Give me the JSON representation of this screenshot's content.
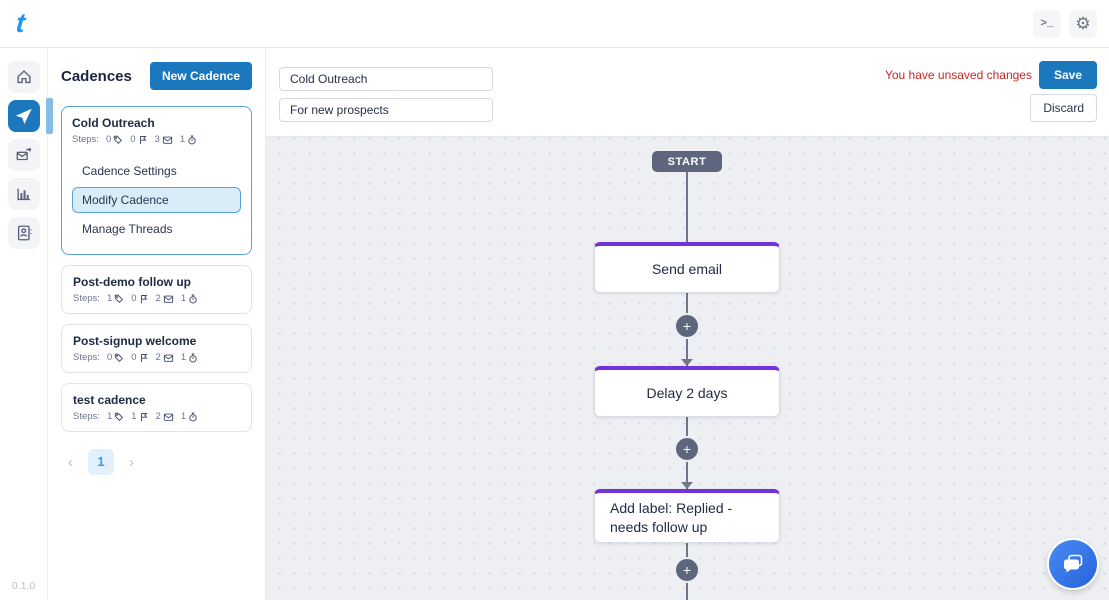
{
  "topbar": {
    "logo_text": "t",
    "terminal_button": ">_",
    "settings_icon": "⚙"
  },
  "rail": {
    "version": "0.1.0",
    "items": [
      "home",
      "cadences",
      "threads",
      "reports",
      "contacts"
    ],
    "active_item": "cadences"
  },
  "panel": {
    "title": "Cadences",
    "new_cadence_button": "New Cadence",
    "pagination": {
      "prev": "‹",
      "current": "1",
      "next": "›"
    },
    "cards": [
      {
        "title": "Cold Outreach",
        "steps_label": "Steps:",
        "steps": {
          "tags": "0",
          "branches": "0",
          "emails": "3",
          "delays": "1"
        },
        "menu": {
          "settings": "Cadence Settings",
          "modify": "Modify Cadence",
          "threads": "Manage Threads"
        }
      },
      {
        "title": "Post-demo follow up",
        "steps_label": "Steps:",
        "steps": {
          "tags": "1",
          "branches": "0",
          "emails": "2",
          "delays": "1"
        }
      },
      {
        "title": "Post-signup welcome",
        "steps_label": "Steps:",
        "steps": {
          "tags": "0",
          "branches": "0",
          "emails": "2",
          "delays": "1"
        }
      },
      {
        "title": "test cadence",
        "steps_label": "Steps:",
        "steps": {
          "tags": "1",
          "branches": "1",
          "emails": "2",
          "delays": "1"
        }
      }
    ]
  },
  "editor": {
    "name_value": "Cold Outreach",
    "description_value": "For new prospects",
    "unsaved_text": "You have unsaved changes",
    "save_button": "Save",
    "discard_button": "Discard"
  },
  "flow": {
    "start_label": "START",
    "nodes": [
      "Send email",
      "Delay 2 days",
      "Add label: Replied - needs follow up"
    ],
    "add_step_label": "+"
  },
  "colors": {
    "accent_blue": "#1b78bd",
    "logo_blue": "#2196f3",
    "node_accent_purple": "#7233dc",
    "unsaved_red": "#c62828",
    "flow_slate": "#5d667d",
    "active_menu_bg": "#d9edf9",
    "selected_border_blue": "#58a4da",
    "canvas_bg": "#edeff3"
  }
}
